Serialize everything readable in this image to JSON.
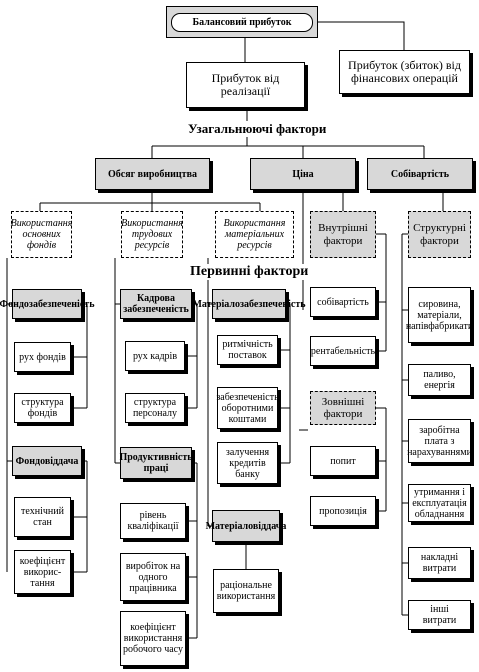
{
  "top": {
    "balance_profit": "Балансовий прибуток",
    "sales_profit": "Прибуток від реалізації",
    "financial_profit": "Прибуток (збиток) від фінансових операцій"
  },
  "headings": {
    "generalizing": "Узагальнюючі фактори",
    "primary": "Первинні фактори"
  },
  "categories": {
    "volume": "Обсяг виробництва",
    "price": "Ціна",
    "cost": "Собівартість"
  },
  "resources": {
    "fixed_assets": "Використання основних фондів",
    "labor": "Використання трудових ресурсів",
    "material": "Використання матеріальних ресурсів"
  },
  "fixed": {
    "supply": "Фондозабезпеченість",
    "movement": "рух фондів",
    "structure": "структура фондів",
    "return": "Фондовіддача",
    "tech_state": "технічний стан",
    "usage_coef": "коефіцієнт викорис-тання"
  },
  "labor": {
    "supply": "Кадрова забезпеченість",
    "movement": "рух кадрів",
    "structure": "структура персоналу",
    "productivity": "Продуктивність праці",
    "qualification": "рівень кваліфікації",
    "output": "виробіток на одного працівника",
    "time_coef": "коефіцієнт використання робочого часу"
  },
  "material": {
    "supply": "Матеріалозабезпеченість",
    "rhythm": "ритмічність поставок",
    "working_capital": "забезпеченість оборотними коштами",
    "credits": "залучення кредитів банку",
    "return": "Матеріаловіддача",
    "rational_use": "раціональне використання"
  },
  "price_factors": {
    "internal": "Внутрішні фактори",
    "cost": "собівартість",
    "profitability": "рентабельність",
    "external": "Зовнішні фактори",
    "demand": "попит",
    "supply": "пропозиція"
  },
  "cost_factors": {
    "structural": "Структурні фактори",
    "raw": "сировина, матеріали, напівфабрикати",
    "fuel": "паливо, енергія",
    "wages": "заробітна плата з нарахуваннями",
    "maintenance": "утримання і експлуатація обладнання",
    "overhead": "накладні витрати",
    "other": "інші витрати"
  }
}
